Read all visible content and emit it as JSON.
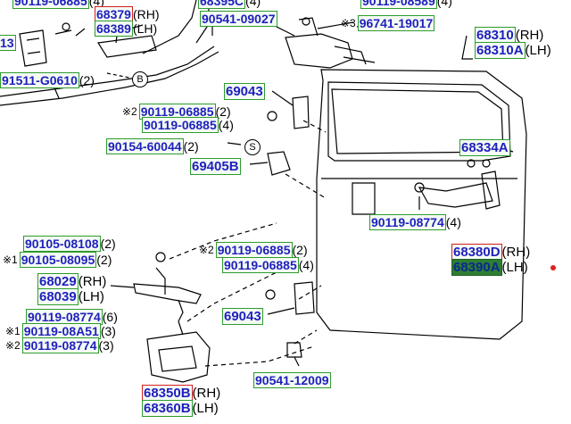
{
  "callouts": {
    "top_left_partial": {
      "part": "90119-06885",
      "qty": "(4)"
    },
    "p68379": {
      "part": "68379",
      "side": "(RH)"
    },
    "p68389": {
      "part": "68389",
      "side": "(LH)"
    },
    "p68395C_partial": {
      "part": "68395C",
      "qty": "(4)"
    },
    "p90541_09027": {
      "part": "90541-09027"
    },
    "partial_13": {
      "part": "13"
    },
    "p91511": {
      "part": "91511-G0610",
      "qty": "(2)"
    },
    "circle_b": "B",
    "p90119_08589": {
      "part": "90119-08589",
      "qty": "(4)"
    },
    "p96741": {
      "mark": "※3",
      "part": "96741-19017"
    },
    "p68310": {
      "part": "68310",
      "side": "(RH)"
    },
    "p68310A": {
      "part": "68310A",
      "side": "(LH)"
    },
    "p69043_top": {
      "part": "69043"
    },
    "p90119_06885_a": {
      "mark": "※2",
      "part": "90119-06885",
      "qty": "(2)"
    },
    "p90119_06885_b": {
      "part": "90119-06885",
      "qty": "(4)"
    },
    "p90154": {
      "part": "90154-60044",
      "qty": "(2)"
    },
    "circle_s": "S",
    "p69405B": {
      "part": "69405B"
    },
    "p68334A": {
      "part": "68334A"
    },
    "p90119_08774_r": {
      "part": "90119-08774",
      "qty": "(4)"
    },
    "p90105_08108": {
      "part": "90105-08108",
      "qty": "(2)"
    },
    "p90105_08095": {
      "mark": "※1",
      "part": "90105-08095",
      "qty": "(2)"
    },
    "p90119_06885_c": {
      "mark": "※2",
      "part": "90119-06885",
      "qty": "(2)"
    },
    "p90119_06885_d": {
      "part": "90119-06885",
      "qty": "(4)"
    },
    "p68380D": {
      "part": "68380D",
      "side": "(RH)"
    },
    "p68390A": {
      "part": "68390A",
      "side": "(LH)"
    },
    "p68029": {
      "part": "68029",
      "side": "(RH)"
    },
    "p68039": {
      "part": "68039",
      "side": "(LH)"
    },
    "p69043_bot": {
      "part": "69043"
    },
    "p90119_08774_a": {
      "part": "90119-08774",
      "qty": "(6)"
    },
    "p90119_08A51": {
      "mark": "※1",
      "part": "90119-08A51",
      "qty": "(3)"
    },
    "p90119_08774_b": {
      "mark": "※2",
      "part": "90119-08774",
      "qty": "(3)"
    },
    "p90541_12009": {
      "part": "90541-12009"
    },
    "p68350B": {
      "part": "68350B",
      "side": "(RH)"
    },
    "p68360B": {
      "part": "68360B",
      "side": "(LH)"
    }
  },
  "colors": {
    "link": "#1f1fbf",
    "box_green": "#2e9b2e",
    "box_red": "#d42020",
    "highlight": "#2e7d32",
    "marker": "#e02020"
  }
}
